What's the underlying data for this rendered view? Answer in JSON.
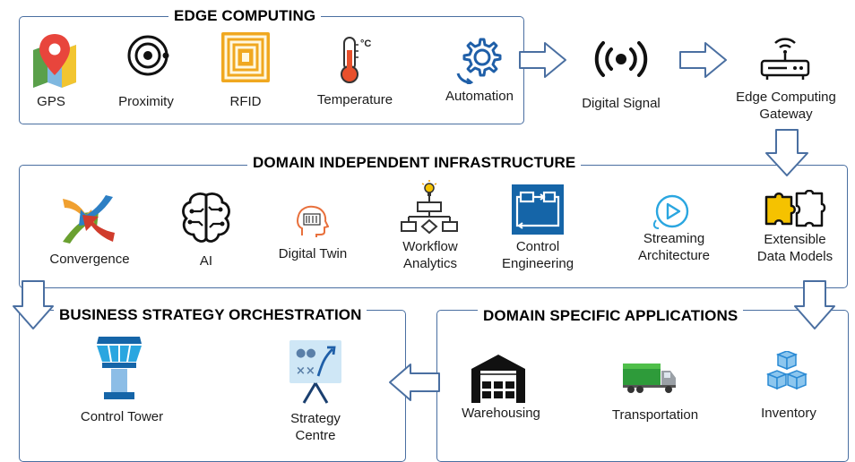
{
  "sections": {
    "edge_computing": {
      "title": "EDGE COMPUTING",
      "items": [
        "GPS",
        "Proximity",
        "RFID",
        "Temperature",
        "Automation"
      ],
      "temp_unit": "°C"
    },
    "flow": {
      "digital_signal": "Digital Signal",
      "gateway_line1": "Edge Computing",
      "gateway_line2": "Gateway"
    },
    "infrastructure": {
      "title": "DOMAIN INDEPENDENT INFRASTRUCTURE",
      "items": [
        "Convergence",
        "AI",
        "Digital Twin"
      ],
      "workflow_line1": "Workflow",
      "workflow_line2": "Analytics",
      "control_eng_line1": "Control",
      "control_eng_line2": "Engineering",
      "streaming_line1": "Streaming",
      "streaming_line2": "Architecture",
      "extensible_line1": "Extensible",
      "extensible_line2": "Data Models"
    },
    "business": {
      "title": "BUSINESS STRATEGY ORCHESTRATION",
      "control_tower": "Control Tower",
      "strategy_line1": "Strategy",
      "strategy_line2": "Centre"
    },
    "domain_specific": {
      "title": "DOMAIN SPECIFIC APPLICATIONS",
      "items": [
        "Warehousing",
        "Transportation",
        "Inventory"
      ]
    }
  },
  "icons": [
    "location-pin-icon",
    "proximity-icon",
    "rfid-icon",
    "thermometer-icon",
    "automation-gear-icon",
    "wireless-signal-icon",
    "router-icon",
    "convergence-arrows-icon",
    "brain-circuit-icon",
    "digital-twin-head-icon",
    "workflow-icon",
    "control-engineering-icon",
    "streaming-play-icon",
    "puzzle-icon",
    "control-tower-icon",
    "strategy-board-icon",
    "warehouse-icon",
    "truck-icon",
    "boxes-icon"
  ],
  "colors": {
    "frame": "#4a6fa1",
    "arrow": "#4a6fa1",
    "accent_blue": "#1565a8",
    "accent_yellow": "#f5c200",
    "accent_orange": "#e97c1f"
  }
}
